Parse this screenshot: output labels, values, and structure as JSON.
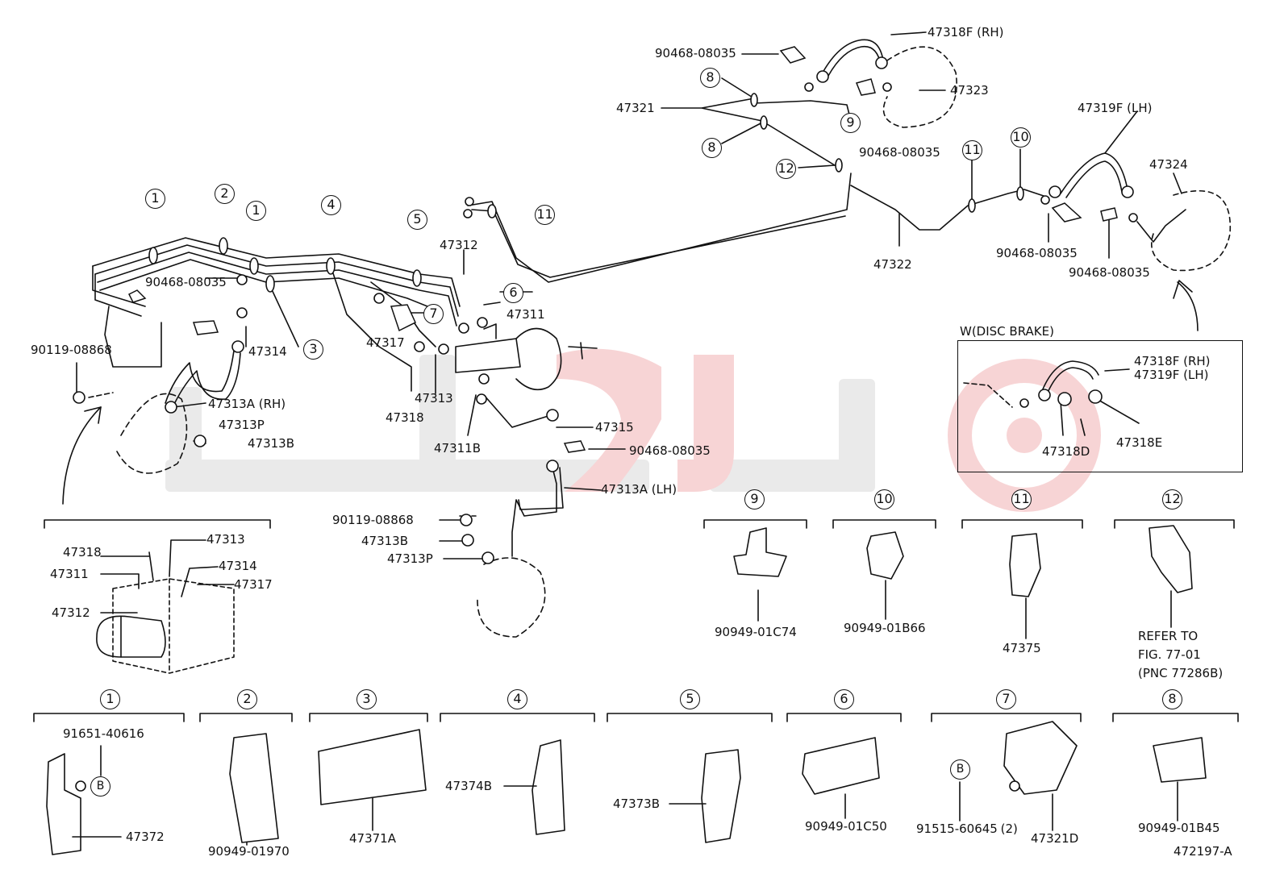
{
  "diagram": {
    "figure_code": "472197-A",
    "brand_color": "#e5242b",
    "line_color": "#111111",
    "disc_brake_box_title": "W(DISC BRAKE)",
    "labels": {
      "p47318F_RH": "47318F (RH)",
      "p90468_a": "90468-08035",
      "p47323": "47323",
      "p47321": "47321",
      "p90468_b": "90468-08035",
      "p47319F_LH": "47319F (LH)",
      "p47324": "47324",
      "p47322": "47322",
      "p90468_c": "90468-08035",
      "p90468_d": "90468-08035",
      "p90468_e": "90468-08035",
      "p47312": "47312",
      "p47311": "47311",
      "p90119_a": "90119-08868",
      "p47314": "47314",
      "p47317": "47317",
      "p47313A_RH": "47313A (RH)",
      "p47313P": "47313P",
      "p47313B": "47313B",
      "p47313": "47313",
      "p47318": "47318",
      "p47311B": "47311B",
      "p47315": "47315",
      "p90468_f": "90468-08035",
      "p47313A_LH": "47313A (LH)",
      "p90119_b": "90119-08868",
      "p47313B_b": "47313B",
      "p47313P_b": "47313P",
      "d47318F_RH": "47318F (RH)",
      "d47319F_LH": "47319F (LH)",
      "d47318D": "47318D",
      "d47318E": "47318E",
      "a47318": "47318",
      "a47313": "47313",
      "a47311": "47311",
      "a47314": "47314",
      "a47317": "47317",
      "a47312": "47312",
      "c9": "90949-01C74",
      "c10": "90949-01B66",
      "c11": "47375",
      "c12_l1": "REFER TO",
      "c12_l2": "FIG. 77-01",
      "c12_l3": "(PNC 77286B)",
      "c1_top": "91651-40616",
      "c1_part": "47372",
      "c2": "90949-01970",
      "c3": "47371A",
      "c4": "47374B",
      "c5": "47373B",
      "c6": "90949-01C50",
      "c7_bolt": "91515-60645 (2)",
      "c7_part": "47321D",
      "c8": "90949-01B45"
    },
    "callouts": {
      "one": "1",
      "two": "2",
      "three": "3",
      "four": "4",
      "five": "5",
      "six": "6",
      "seven": "7",
      "eight": "8",
      "nine": "9",
      "ten": "10",
      "eleven": "11",
      "twelve": "12",
      "bolt": "B"
    }
  }
}
